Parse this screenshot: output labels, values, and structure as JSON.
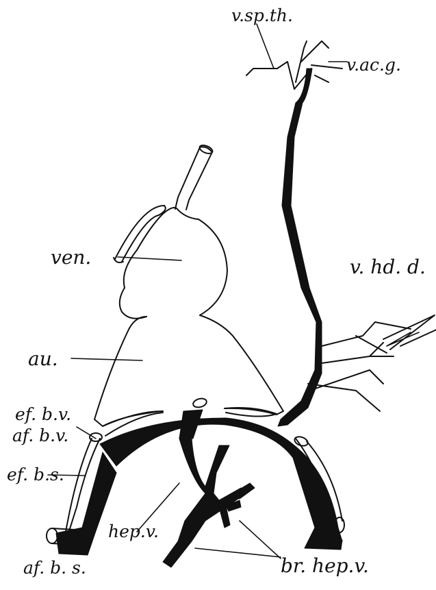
{
  "diagram": {
    "labels": {
      "v_sp_th": "v.sp.th.",
      "v_ac_g": "v.ac.g.",
      "ven": "ven.",
      "v_hd_d": "v. hd. d.",
      "au": "au.",
      "ef_b_v": "ef. b.v.",
      "af_b_v": "af. b.v.",
      "ef_b_s": "ef. b.s.",
      "hep_v": "hep.v.",
      "af_b_s": "af. b. s.",
      "br_hep_v": "br. hep.v."
    },
    "colors": {
      "ink": "#111111",
      "paper": "#ffffff"
    }
  }
}
